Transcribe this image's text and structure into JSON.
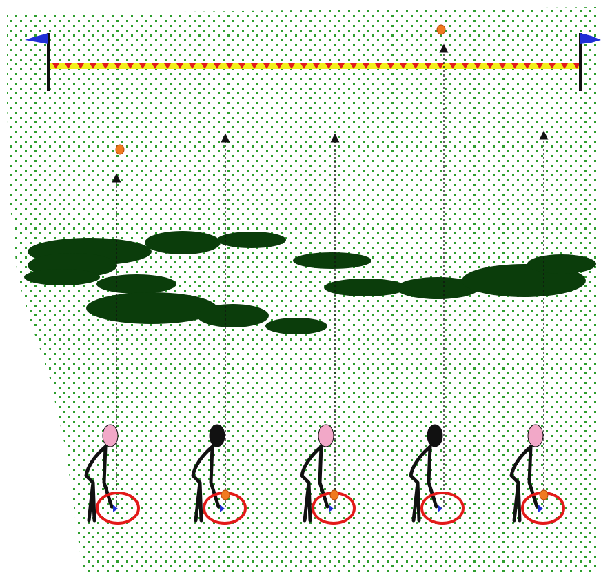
{
  "colors": {
    "background": "#ffffff",
    "turf_base": "#ffffff",
    "turf_dots": "#2e9e2e",
    "bushes": "#0b3d0b",
    "flag": "#1f2fd6",
    "pole": "#111111",
    "rope_yellow": "#f2ef1a",
    "rope_red": "#e21b1b",
    "ball": "#f07a20",
    "ball_outline": "#b3470a",
    "target_ring": "#e31919",
    "head_pink": "#f2a8c8",
    "head_black": "#111111",
    "body": "#111111",
    "arrow": "#111111",
    "club_head": "#1f2fd6"
  },
  "players": [
    {
      "id": "player-1",
      "head": "pink",
      "ball_at_tee": false,
      "ball_in_flight": "over-bushes"
    },
    {
      "id": "player-2",
      "head": "black",
      "ball_at_tee": true,
      "ball_in_flight": "none"
    },
    {
      "id": "player-3",
      "head": "pink",
      "ball_at_tee": true,
      "ball_in_flight": "none"
    },
    {
      "id": "player-4",
      "head": "black",
      "ball_at_tee": false,
      "ball_in_flight": "over-rope"
    },
    {
      "id": "player-5",
      "head": "pink",
      "ball_at_tee": true,
      "ball_in_flight": "none"
    }
  ],
  "icons": {
    "flag_left": "flag-icon",
    "flag_right": "flag-icon",
    "rope": "boundary-rope",
    "bush": "bush-icon",
    "golfer": "golfer-icon",
    "ball": "golf-ball-icon",
    "tee_ring": "tee-target-icon"
  }
}
